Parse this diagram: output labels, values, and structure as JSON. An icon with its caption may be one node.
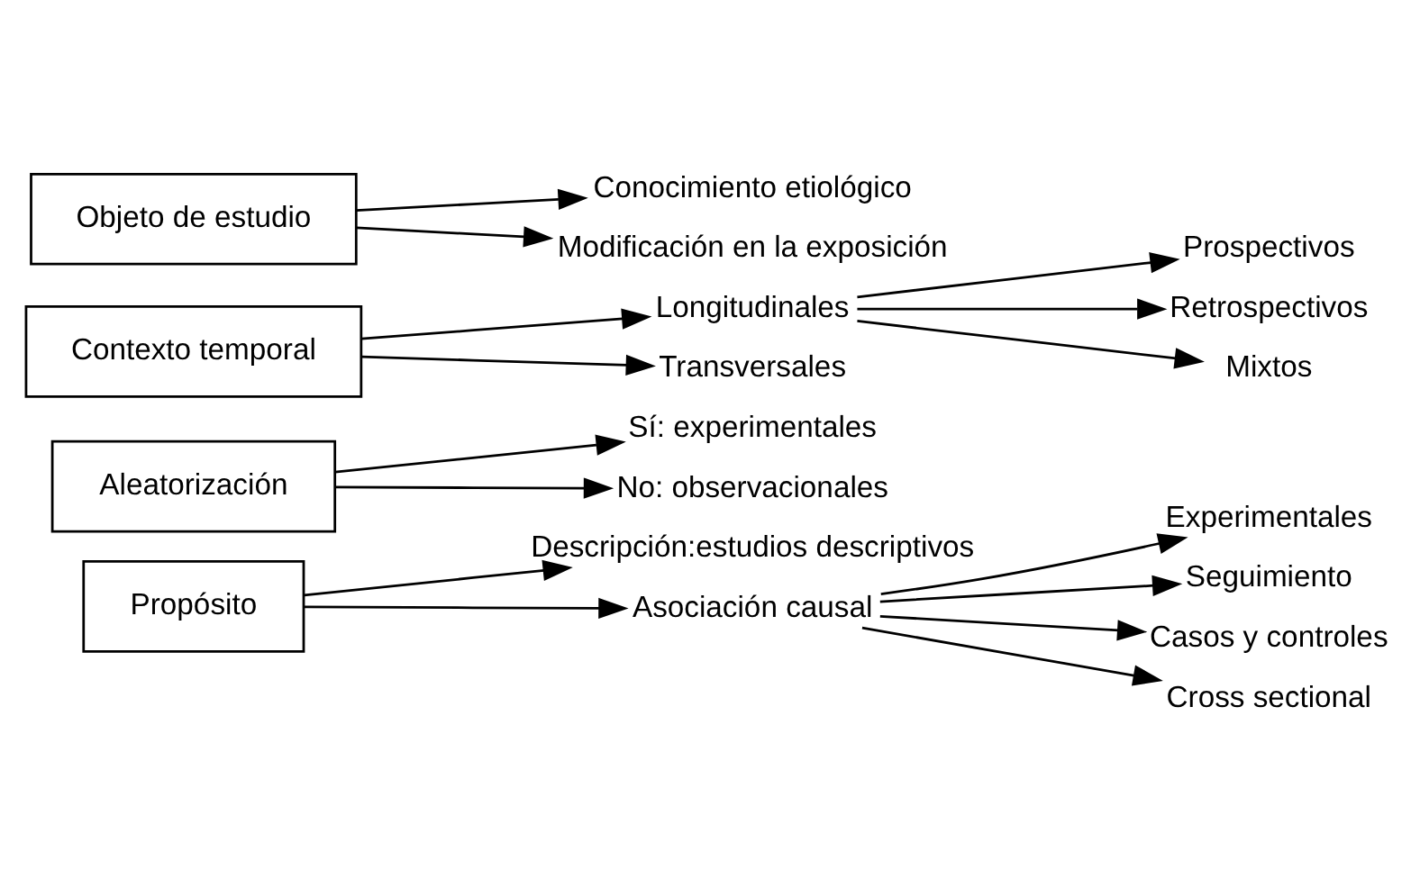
{
  "diagram": {
    "nodes": [
      {
        "text": [
          "Propósito"
        ]
      },
      {
        "text": [
          "Descripción:estudios descriptivos"
        ]
      },
      {
        "text": [
          "Asociación causal"
        ]
      },
      {
        "text": [
          "Experimentales"
        ]
      },
      {
        "text": [
          "Seguimiento"
        ]
      },
      {
        "text": [
          "Casos y controles"
        ]
      },
      {
        "text": [
          "Cross sectional"
        ]
      },
      {
        "text": [
          "Aleatorización"
        ]
      },
      {
        "text": [
          "Sí: experimentales"
        ]
      },
      {
        "text": [
          "No: observacionales"
        ]
      },
      {
        "text": [
          "Contexto temporal"
        ]
      },
      {
        "text": [
          "Longitudinales"
        ]
      },
      {
        "text": [
          "Transversales"
        ]
      },
      {
        "text": [
          "Prospectivos"
        ]
      },
      {
        "text": [
          "Retrospectivos"
        ]
      },
      {
        "text": [
          "Mixtos"
        ]
      },
      {
        "text": [
          "Objeto de estudio"
        ]
      },
      {
        "text": [
          "Conocimiento etiológico"
        ]
      },
      {
        "text": [
          "Modificación en la exposición"
        ]
      }
    ],
    "edges": [
      {
        "from": 0,
        "to": 1,
        "arrow": "to"
      },
      {
        "from": 0,
        "to": 2,
        "arrow": "to"
      },
      {
        "from": 2,
        "to": 3,
        "arrow": "to"
      },
      {
        "from": 2,
        "to": 4,
        "arrow": "to"
      },
      {
        "from": 2,
        "to": 5,
        "arrow": "to"
      },
      {
        "from": 2,
        "to": 6,
        "arrow": "to"
      },
      {
        "from": 7,
        "to": 8,
        "arrow": "to"
      },
      {
        "from": 7,
        "to": 9,
        "arrow": "to"
      },
      {
        "from": 10,
        "to": 11,
        "arrow": "to"
      },
      {
        "from": 10,
        "to": 12,
        "arrow": "to"
      },
      {
        "from": 11,
        "to": 13,
        "arrow": "to"
      },
      {
        "from": 11,
        "to": 14,
        "arrow": "to"
      },
      {
        "from": 11,
        "to": 15,
        "arrow": "to"
      },
      {
        "from": 16,
        "to": 17,
        "arrow": "to"
      },
      {
        "from": 16,
        "to": 18,
        "arrow": "to"
      }
    ]
  }
}
